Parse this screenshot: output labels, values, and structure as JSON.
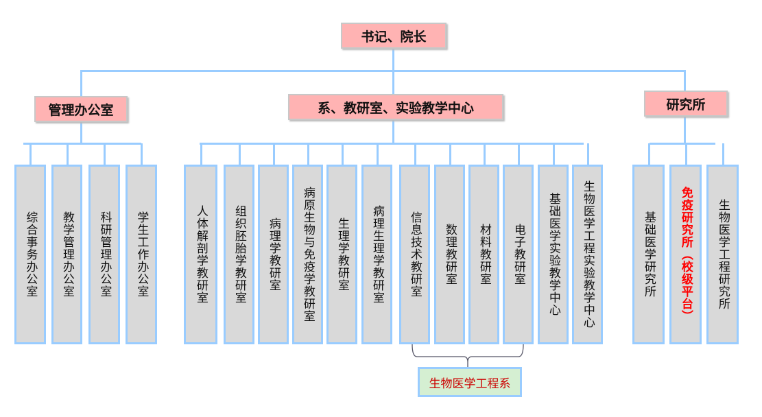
{
  "top": {
    "label": "书记、院长"
  },
  "branches": {
    "admin": {
      "label": "管理办公室",
      "children": [
        "综合事务办公室",
        "教学管理办公室",
        "科研管理办公室",
        "学生工作办公室"
      ]
    },
    "departments": {
      "label": "系、教研室、实验教学中心",
      "children": [
        "人体解剖学教研室",
        "组织胚胎学教研室",
        "病理学教研室",
        "病原生物与免疫学教研室",
        "生理学教研室",
        "病理生理学教研室",
        "信息技术教研室",
        "数理教研室",
        "材料教研室",
        "电子教研室",
        "基础医学实验教学中心",
        "生物医学工程实验教学中心"
      ]
    },
    "institutes": {
      "label": "研究所",
      "children": [
        "基础医学研究所",
        "免疫研究所（校级平台）",
        "生物医学工程研究所"
      ]
    }
  },
  "bme_department": {
    "label": "生物医学工程系"
  },
  "colors": {
    "header_fill": "#ffb3b3",
    "connector": "#99ccff",
    "leaf_fill": "#d9d9d9",
    "bme_fill": "#d5efd2",
    "highlight": "#ff0000"
  }
}
